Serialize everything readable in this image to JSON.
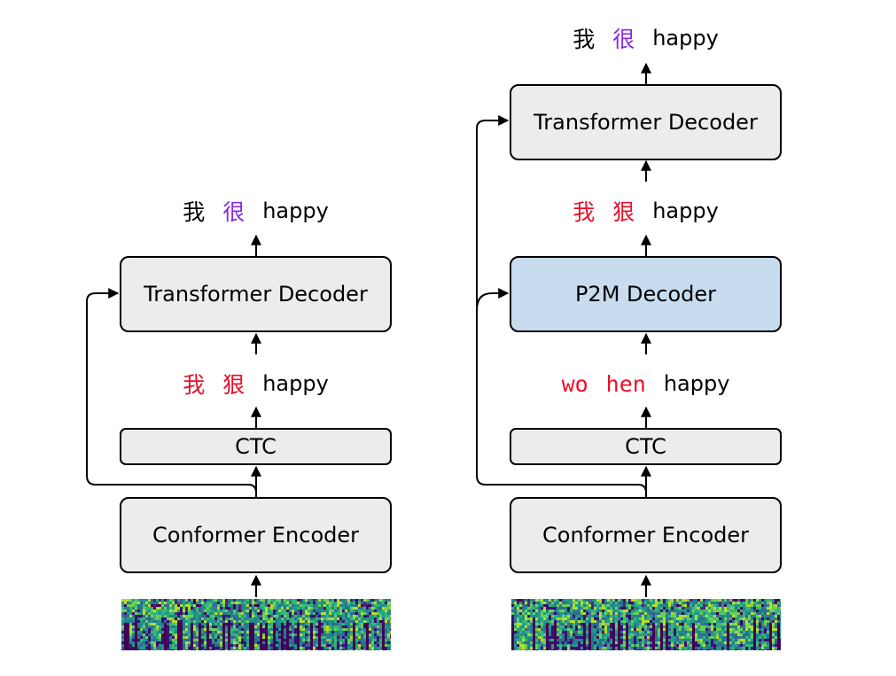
{
  "colors": {
    "box_fill": "#ececec",
    "p2m_fill": "#c8dcef",
    "error_red": "#e8102a",
    "correct_purple": "#8a2be2",
    "text": "#000000"
  },
  "left": {
    "encoder_label": "Conformer Encoder",
    "ctc_label": "CTC",
    "decoder_label": "Transformer Decoder",
    "ctc_output": [
      {
        "text": "我",
        "color": "#e8102a"
      },
      {
        "text": "狠",
        "color": "#e8102a"
      },
      {
        "text": "happy",
        "color": "#000000"
      }
    ],
    "final_output": [
      {
        "text": "我",
        "color": "#000000"
      },
      {
        "text": "很",
        "color": "#8a2be2"
      },
      {
        "text": "happy",
        "color": "#000000"
      }
    ]
  },
  "right": {
    "encoder_label": "Conformer Encoder",
    "ctc_label": "CTC",
    "p2m_label": "P2M Decoder",
    "decoder_label": "Transformer Decoder",
    "ctc_output": [
      {
        "text": "wo",
        "color": "#e8102a"
      },
      {
        "text": "hen",
        "color": "#e8102a"
      },
      {
        "text": "happy",
        "color": "#000000"
      }
    ],
    "p2m_output": [
      {
        "text": "我",
        "color": "#e8102a"
      },
      {
        "text": "狠",
        "color": "#e8102a"
      },
      {
        "text": "happy",
        "color": "#000000"
      }
    ],
    "final_output": [
      {
        "text": "我",
        "color": "#000000"
      },
      {
        "text": "很",
        "color": "#8a2be2"
      },
      {
        "text": "happy",
        "color": "#000000"
      }
    ]
  }
}
